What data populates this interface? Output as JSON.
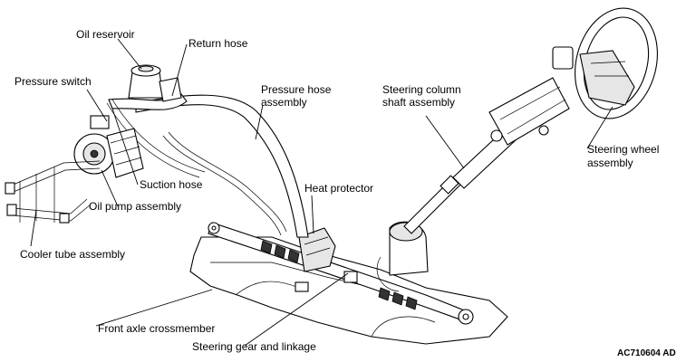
{
  "labels": {
    "oil_reservoir": "Oil reservoir",
    "return_hose": "Return hose",
    "pressure_switch": "Pressure switch",
    "pressure_hose_1": "Pressure hose",
    "pressure_hose_2": "assembly",
    "steering_column_1": "Steering column",
    "steering_column_2": "shaft assembly",
    "steering_wheel_1": "Steering wheel",
    "steering_wheel_2": "assembly",
    "suction_hose": "Suction hose",
    "heat_protector": "Heat protector",
    "oil_pump": "Oil pump assembly",
    "cooler_tube": "Cooler tube assembly",
    "front_axle": "Front axle crossmember",
    "steering_gear": "Steering gear and linkage"
  },
  "figure_code": "AC710604 AD"
}
